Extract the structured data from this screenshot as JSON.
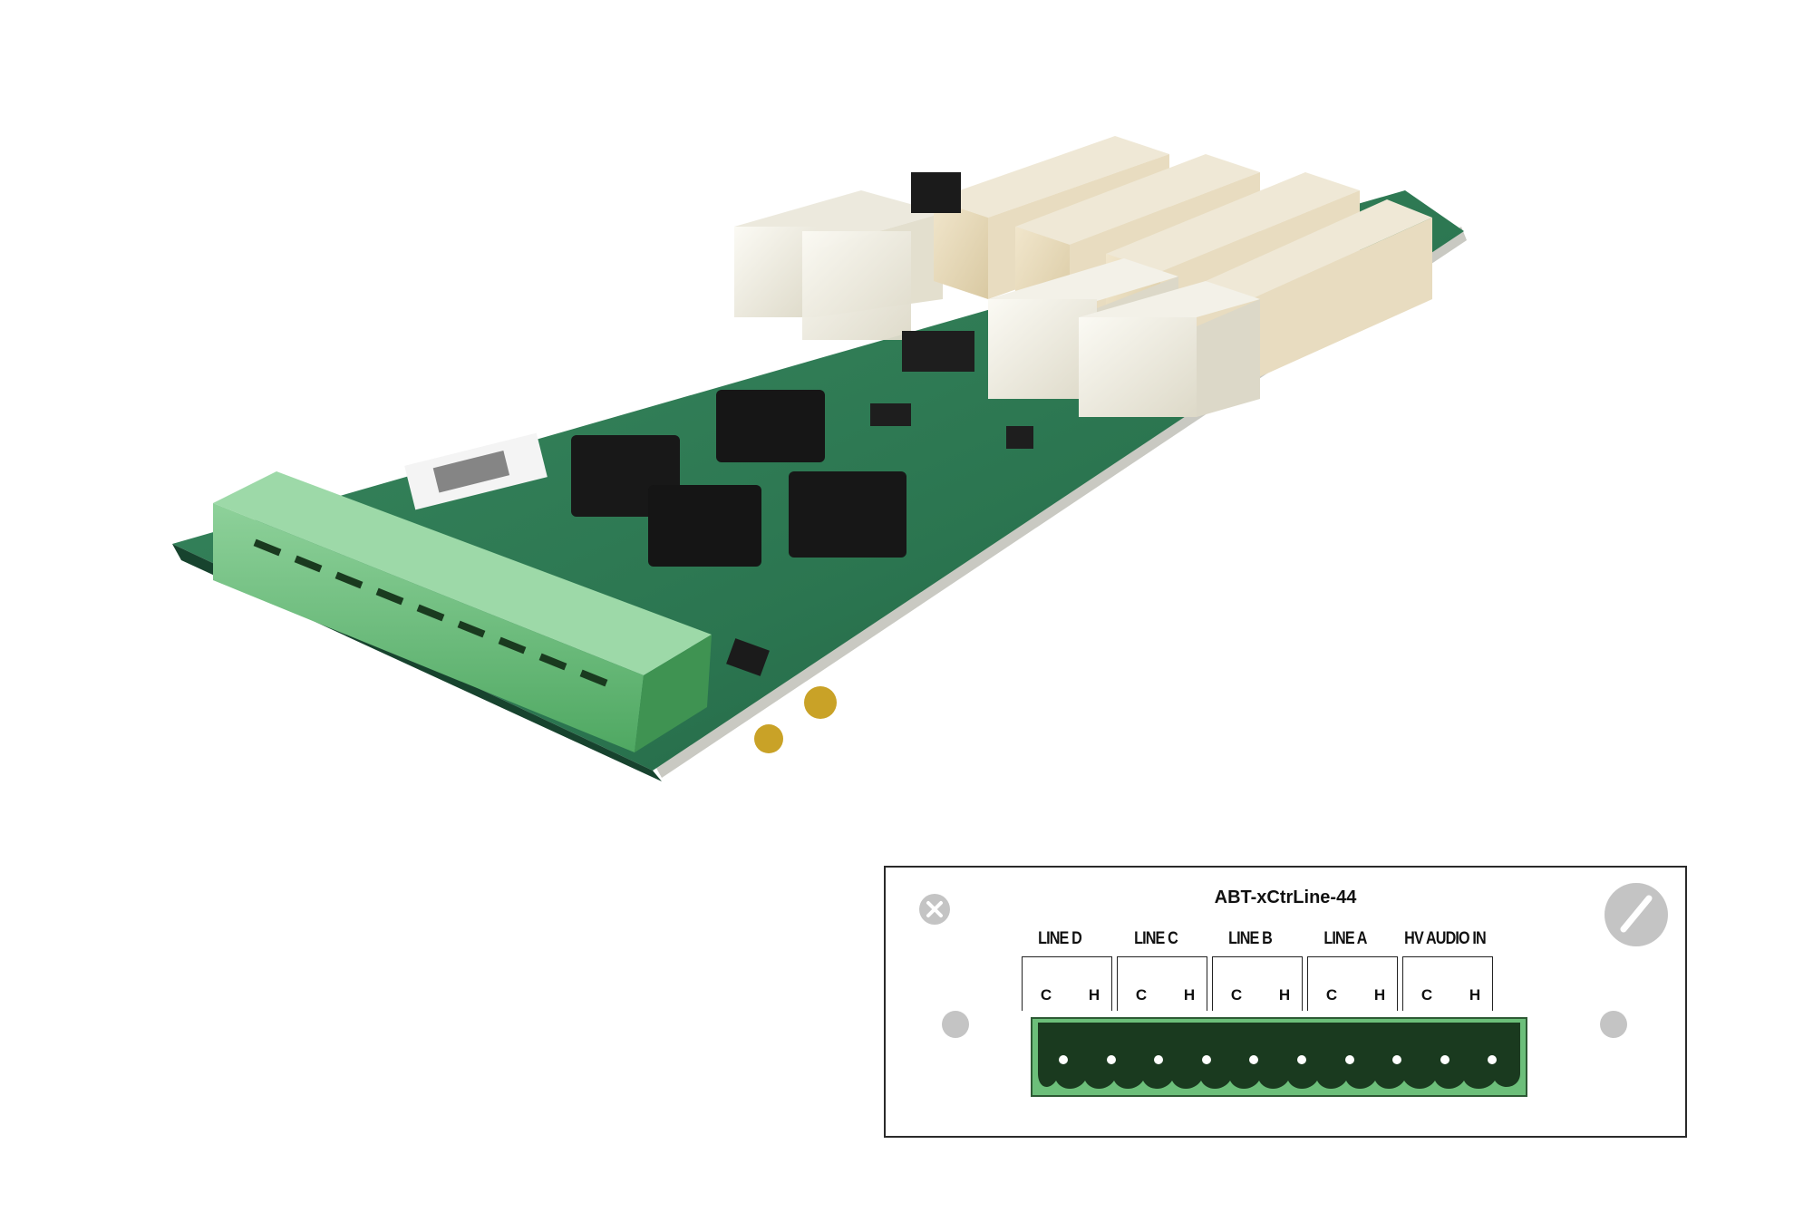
{
  "faceplate": {
    "model": "ABT-xCtrLine-44",
    "groups": [
      {
        "label": "LINE D",
        "pins": [
          "C",
          "H"
        ]
      },
      {
        "label": "LINE C",
        "pins": [
          "C",
          "H"
        ]
      },
      {
        "label": "LINE B",
        "pins": [
          "C",
          "H"
        ]
      },
      {
        "label": "LINE A",
        "pins": [
          "C",
          "H"
        ]
      },
      {
        "label": "HV AUDIO IN",
        "pins": [
          "C",
          "H"
        ]
      }
    ]
  },
  "colors": {
    "pcb": "#2f7a52",
    "terminal_green": "#6cbf7a",
    "terminal_dark": "#1a3a1f",
    "relay": "#f1efe6",
    "faceplate_border": "#2a2a2a",
    "screw_grey": "#c4c4c4"
  }
}
